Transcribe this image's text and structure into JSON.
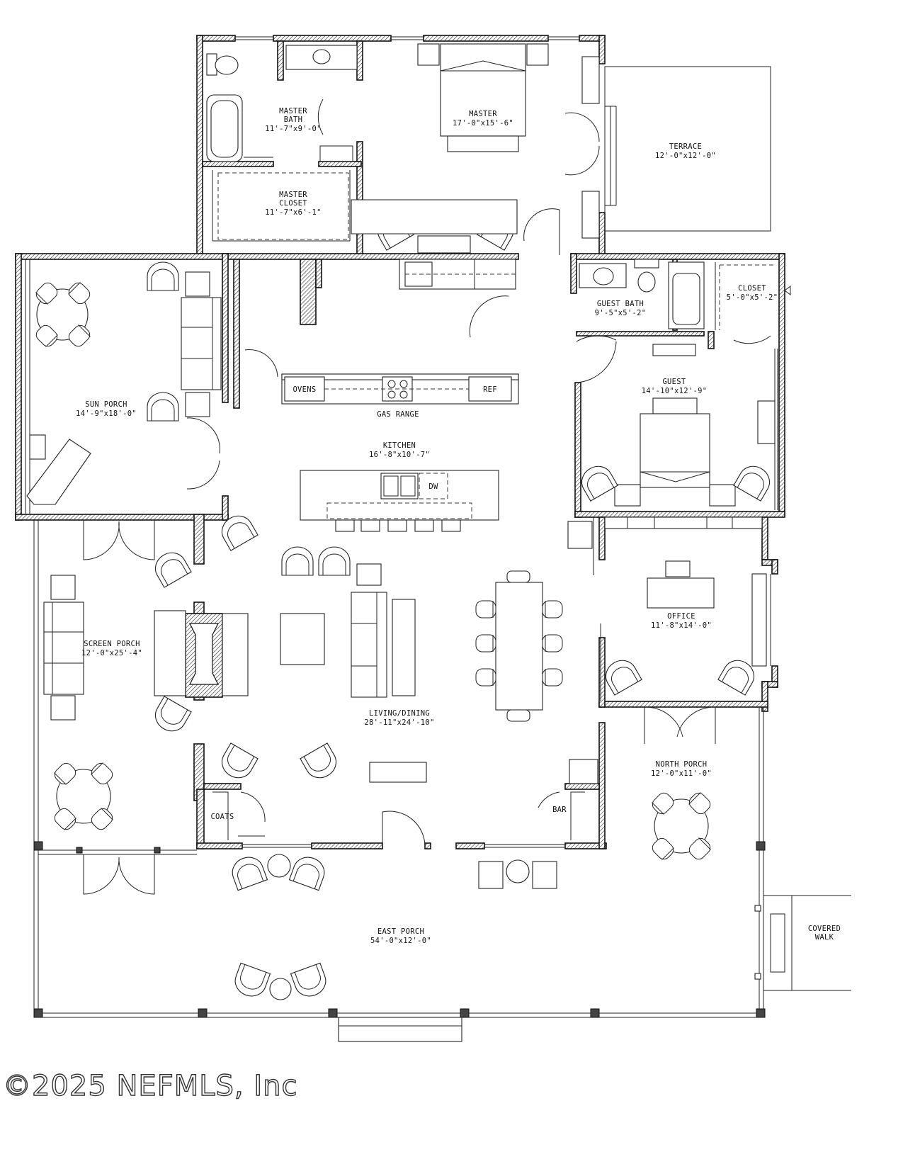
{
  "rooms": {
    "master_bath": {
      "name": "MASTER\nBATH",
      "dims": "11'-7\"x9'-0\""
    },
    "master": {
      "name": "MASTER",
      "dims": "17'-0\"x15'-6\""
    },
    "terrace": {
      "name": "TERRACE",
      "dims": "12'-0\"x12'-0\""
    },
    "master_closet": {
      "name": "MASTER\nCLOSET",
      "dims": "11'-7\"x6'-1\""
    },
    "guest_bath": {
      "name": "GUEST BATH",
      "dims": "9'-5\"x5'-2\""
    },
    "closet": {
      "name": "CLOSET",
      "dims": "5'-0\"x5'-2\""
    },
    "sun_porch": {
      "name": "SUN PORCH",
      "dims": "14'-9\"x18'-0\""
    },
    "guest": {
      "name": "GUEST",
      "dims": "14'-10\"x12'-9\""
    },
    "kitchen": {
      "name": "KITCHEN",
      "dims": "16'-8\"x10'-7\""
    },
    "office": {
      "name": "OFFICE",
      "dims": "11'-8\"x14'-0\""
    },
    "screen_porch": {
      "name": "SCREEN PORCH",
      "dims": "12'-0\"x25'-4\""
    },
    "living_dining": {
      "name": "LIVING/DINING",
      "dims": "28'-11\"x24'-10\""
    },
    "north_porch": {
      "name": "NORTH PORCH",
      "dims": "12'-0\"x11'-0\""
    },
    "east_porch": {
      "name": "EAST PORCH",
      "dims": "54'-0\"x12'-0\""
    },
    "covered_walk": {
      "name": "COVERED\nWALK"
    }
  },
  "fixtures": {
    "ovens": "OVENS",
    "ref": "REF",
    "gas_range": "GAS RANGE",
    "dw": "DW",
    "coats": "COATS",
    "bar": "BAR"
  },
  "copyright": "©2025 NEFMLS, Inc"
}
